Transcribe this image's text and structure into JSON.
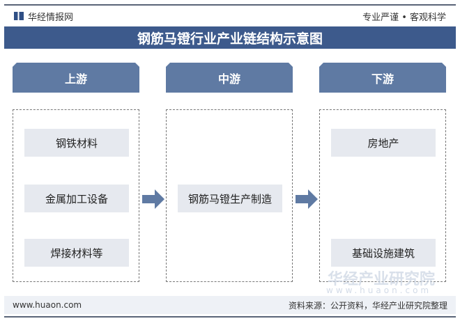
{
  "header": {
    "brand": "华经情报网",
    "slogan": "专业严谨 • 客观科学"
  },
  "title": "钢筋马镫行业产业链结构示意图",
  "columns": [
    {
      "label": "上游",
      "items": [
        "钢铁材料",
        "金属加工设备",
        "焊接材料等"
      ]
    },
    {
      "label": "中游",
      "items": [
        "钢筋马镫生产制造"
      ]
    },
    {
      "label": "下游",
      "items": [
        "房地产",
        "基础设施建筑"
      ]
    }
  ],
  "watermark": {
    "name": "华经产业研究院",
    "url": "www.huaon.com"
  },
  "footer": {
    "website": "www.huaon.com",
    "source": "资料来源：公开资料，华经产业研究院整理"
  }
}
